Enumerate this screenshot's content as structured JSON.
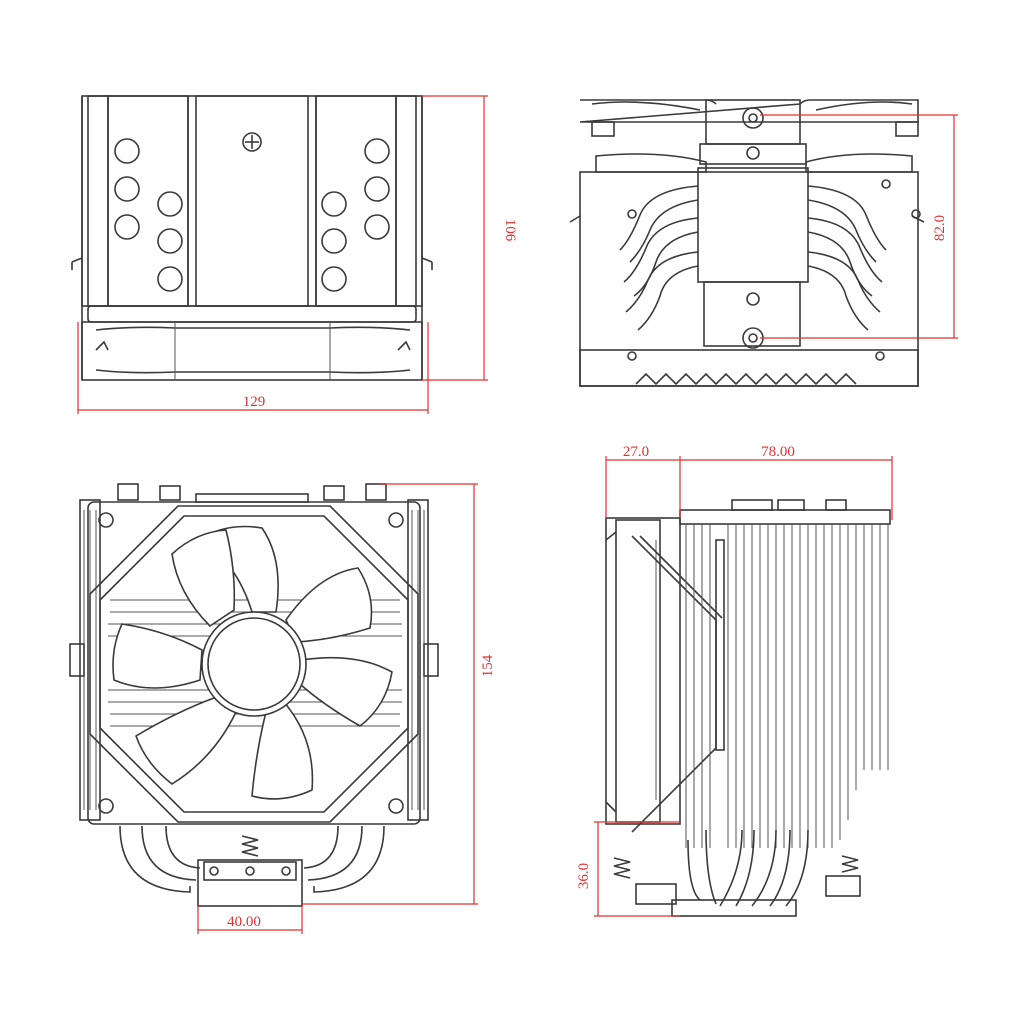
{
  "dimensions": {
    "top_view_height": "106",
    "top_view_width": "129",
    "side_view_hole_spacing": "82.0",
    "fan_width": "27.0",
    "heatsink_depth": "78.00",
    "total_height": "154",
    "base_width": "40.00",
    "base_height": "36.0"
  },
  "colors": {
    "line": "#3a3a3a",
    "dimension": "#e03030",
    "background": "#ffffff"
  }
}
